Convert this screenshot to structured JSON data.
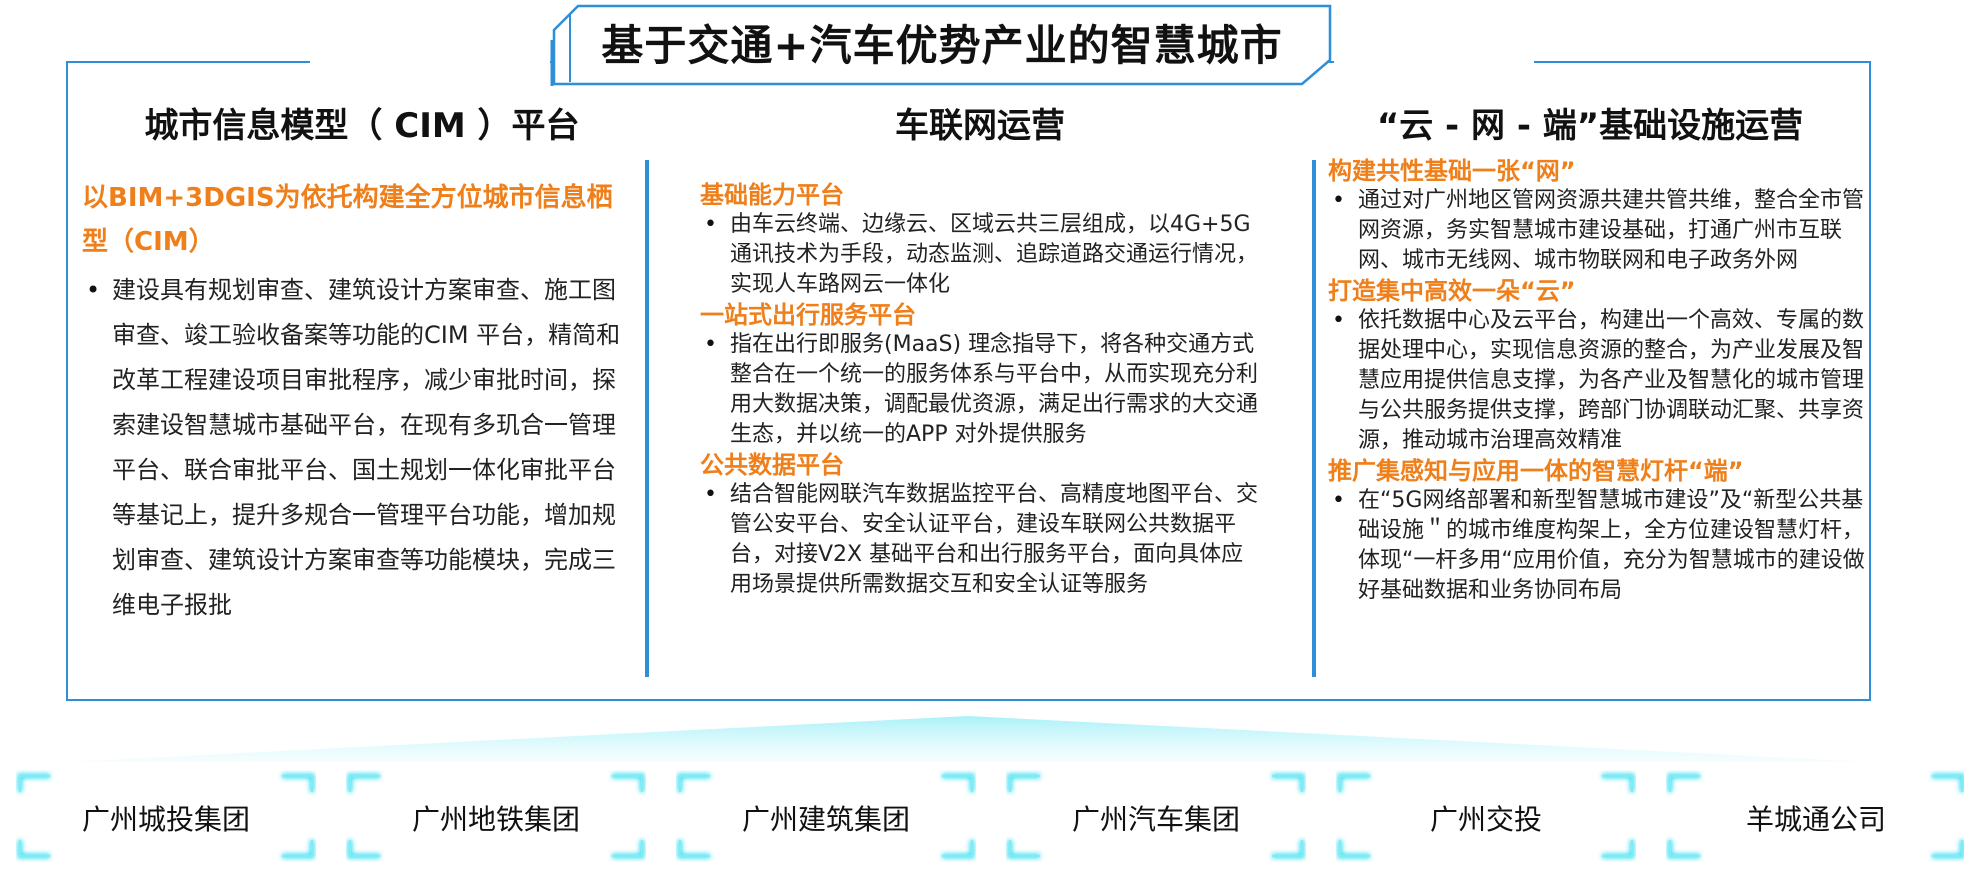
{
  "title": "基于交通+汽车优势产业的智慧城市",
  "columns": [
    {
      "heading": "城市信息模型（ CIM ）平台",
      "sections": [
        {
          "title": "以BIM+3DGIS为依托构建全方位城市信息栖型（CIM）",
          "bullets": [
            "建设具有规划审查、建筑设计方案审查、施工图审查、竣工验收备案等功能的CIM 平台，精简和改革工程建设项目审批程序，减少审批时间，探索建设智慧城市基础平台，在现有多玑合一管理平台、联合审批平台、国土规划一体化审批平台等基记上，提升多规合一管理平台功能，增加规划审查、建筑设计方案审查等功能模块，完成三维电子报批"
          ]
        }
      ]
    },
    {
      "heading": "车联网运营",
      "sections": [
        {
          "title": "基础能力平台",
          "bullets": [
            "由车云终端、边缘云、区域云共三层组成，以4G+5G通讯技术为手段，动态监测、追踪道路交通运行情况，实现人车路网云一体化"
          ]
        },
        {
          "title": "一站式出行服务平台",
          "bullets": [
            "指在出行即服务(MaaS) 理念指导下，将各种交通方式整合在一个统一的服务体系与平台中，从而实现充分利用大数据决策，调配最优资源，满足出行需求的大交通生态，并以统一的APP 对外提供服务"
          ]
        },
        {
          "title": "公共数据平台",
          "bullets": [
            "结合智能网联汽车数据监控平台、高精度地图平台、交管公安平台、安全认证平台，建设车联网公共数据平台，对接V2X 基础平台和出行服务平台，面向具体应用场景提供所需数据交互和安全认证等服务"
          ]
        }
      ]
    },
    {
      "heading": "“云 - 网 - 端”基础设施运营",
      "sections": [
        {
          "title": "构建共性基础一张“网”",
          "bullets": [
            "通过对广州地区管网资源共建共管共维，整合全市管网资源，务实智慧城市建设基础，打通广州市互联网、城市无线网、城市物联网和电子政务外网"
          ]
        },
        {
          "title": "打造集中高效一朵“云”",
          "bullets": [
            "依托数据中心及云平台，构建出一个高效、专属的数据处理中心，实现信息资源的整合，为产业发展及智慧应用提供信息支撑，为各产业及智慧化的城市管理与公共服务提供支撑，跨部门协调联动汇聚、共享资源，推动城市治理高效精准"
          ]
        },
        {
          "title": "推广集感知与应用一体的智慧灯杆“端”",
          "bullets": [
            "在“5G网络部署和新型智慧城市建设”及“新型公共基础设施＂的城市维度构架上，全方位建设智慧灯杆，体现“一杆多用“应用价值，充分为智慧城市的建设做好基础数据和业务协同布局"
          ]
        }
      ]
    }
  ],
  "companies": [
    "广州城投集团",
    "广州地铁集团",
    "广州建筑集团",
    "广州汽车集团",
    "广州交投",
    "羊城通公司"
  ],
  "colors": {
    "frame": "#2f8fd6",
    "accent": "#ef7f1a",
    "glow": "#3fe0f0"
  }
}
